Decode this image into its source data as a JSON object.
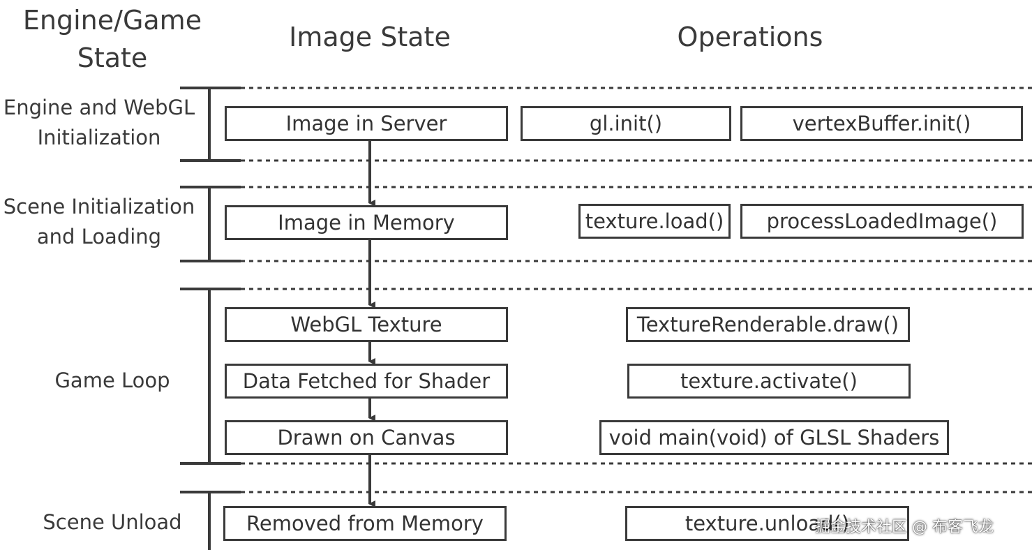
{
  "headers": {
    "engine_state": "Engine/Game State",
    "image_state": "Image State",
    "operations": "Operations"
  },
  "stages": [
    {
      "label": "Engine and WebGL Initialization"
    },
    {
      "label": "Scene Initialization and Loading"
    },
    {
      "label": "Game Loop"
    },
    {
      "label": "Scene Unload"
    }
  ],
  "image_states": [
    "Image in Server",
    "Image in Memory",
    "WebGL Texture",
    "Data Fetched for Shader",
    "Drawn on Canvas",
    "Removed from Memory"
  ],
  "operations": [
    "gl.init()",
    "vertexBuffer.init()",
    "texture.load()",
    "processLoadedImage()",
    "TextureRenderable.draw()",
    "texture.activate()",
    "void main(void) of GLSL Shaders",
    "texture.unload()"
  ],
  "watermark": "掘金技术社区 @ 布客飞龙",
  "colors": {
    "line": "#3a3a3a",
    "text": "#333333"
  }
}
